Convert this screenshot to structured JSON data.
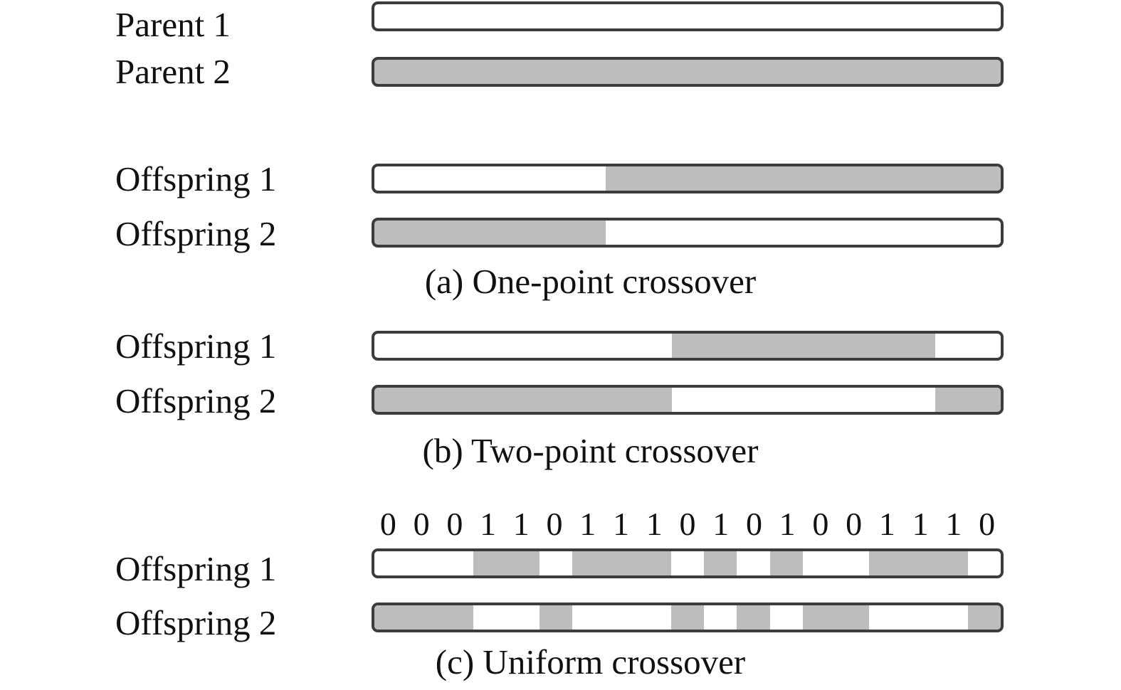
{
  "figure": {
    "background": "#ffffff",
    "bar_fill_gray": "#bdbdbd",
    "bar_fill_white": "#ffffff",
    "bar_border": "#3d3b3c",
    "text_color": "#111111",
    "num_genes": 19
  },
  "labels": {
    "parent_1": "Parent 1",
    "parent_2": "Parent 2",
    "offspring_1": "Offspring 1",
    "offspring_2": "Offspring 2"
  },
  "captions": {
    "a": "(a) One-point crossover",
    "b": "(b) Two-point crossover",
    "c": "(c) Uniform crossover"
  },
  "panels": {
    "parents": {
      "parent_1_pattern": "all-white",
      "parent_2_pattern": "all-gray"
    },
    "one_point": {
      "crossover_point_fraction": 0.369,
      "offspring_1": {
        "left_fill": "white",
        "right_fill": "gray"
      },
      "offspring_2": {
        "left_fill": "gray",
        "right_fill": "white"
      }
    },
    "two_point": {
      "crossover_point_1_fraction": 0.475,
      "crossover_point_2_fraction": 0.895,
      "offspring_1": {
        "segment_fills": [
          "white",
          "gray",
          "white"
        ]
      },
      "offspring_2": {
        "segment_fills": [
          "gray",
          "white",
          "gray"
        ]
      }
    },
    "uniform": {
      "mask_bits": [
        0,
        0,
        0,
        1,
        1,
        0,
        1,
        1,
        1,
        0,
        1,
        0,
        1,
        0,
        0,
        1,
        1,
        1,
        0
      ],
      "mask_string": "0 0 0 1 1 0 1 1 1 0 1 0 1 0 0 1 1 1 0",
      "offspring_1_rule": "bit 1 = gray (from Parent 2), bit 0 = white (from Parent 1)",
      "offspring_2_rule": "inverted mask"
    }
  }
}
